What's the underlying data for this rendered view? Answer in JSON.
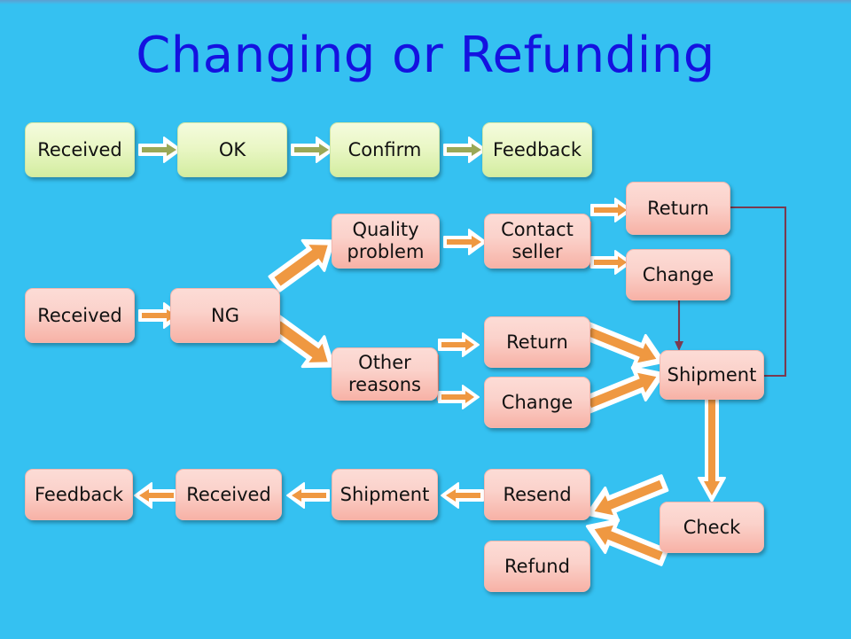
{
  "slide": {
    "title": "Changing or Refunding",
    "background_color": "#35c1f1",
    "title_color": "#1412e0"
  },
  "palette": {
    "pink_fill_top": "#fcdcd6",
    "pink_fill_bottom": "#f7b2a6",
    "green_fill_top": "#f4fbdd",
    "green_fill_bottom": "#d3eda0",
    "arrow_orange": "#ef9841",
    "arrow_olive": "#9aa857",
    "arrow_outline": "#ffffff",
    "connector_line": "#7a3a50"
  },
  "flow": {
    "ok_row": {
      "nodes": [
        {
          "id": "ok-received",
          "label": "Received",
          "style": "green"
        },
        {
          "id": "ok-ok",
          "label": "OK",
          "style": "green"
        },
        {
          "id": "ok-confirm",
          "label": "Confirm",
          "style": "green"
        },
        {
          "id": "ok-feedback",
          "label": "Feedback",
          "style": "green"
        }
      ]
    },
    "ng_row": {
      "nodes": [
        {
          "id": "ng-received",
          "label": "Received",
          "style": "pink"
        },
        {
          "id": "ng",
          "label": "NG",
          "style": "pink"
        },
        {
          "id": "quality-problem",
          "label": "Quality problem",
          "line1": "Quality",
          "line2": "problem",
          "style": "pink"
        },
        {
          "id": "contact-seller",
          "label": "Contact seller",
          "line1": "Contact",
          "line2": "seller",
          "style": "pink"
        },
        {
          "id": "other-reasons",
          "label": "Other reasons",
          "line1": "Other",
          "line2": "reasons",
          "style": "pink"
        }
      ]
    },
    "branches": {
      "nodes": [
        {
          "id": "seller-return",
          "label": "Return",
          "style": "pink"
        },
        {
          "id": "seller-change",
          "label": "Change",
          "style": "pink"
        },
        {
          "id": "other-return",
          "label": "Return",
          "style": "pink"
        },
        {
          "id": "other-change",
          "label": "Change",
          "style": "pink"
        }
      ]
    },
    "shipment_check": {
      "nodes": [
        {
          "id": "shipment-mid",
          "label": "Shipment",
          "style": "pink"
        },
        {
          "id": "check",
          "label": "Check",
          "style": "pink"
        },
        {
          "id": "resend",
          "label": "Resend",
          "style": "pink"
        },
        {
          "id": "refund",
          "label": "Refund",
          "style": "pink"
        }
      ]
    },
    "return_row": {
      "nodes": [
        {
          "id": "final-feedback",
          "label": "Feedback",
          "style": "pink"
        },
        {
          "id": "final-received",
          "label": "Received",
          "style": "pink"
        },
        {
          "id": "final-shipment",
          "label": "Shipment",
          "style": "pink"
        }
      ]
    }
  }
}
